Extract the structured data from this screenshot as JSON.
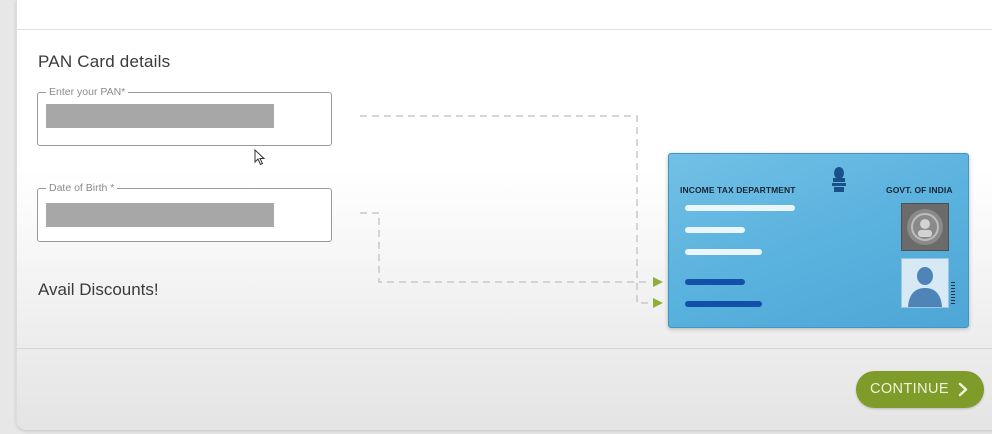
{
  "form": {
    "title": "PAN Card details",
    "pan_label": "Enter your PAN*",
    "dob_label": "Date of Birth *",
    "avail_text": "Avail Discounts!"
  },
  "card": {
    "department": "INCOME TAX DEPARTMENT",
    "government": "GOVT. OF INDIA"
  },
  "actions": {
    "continue_label": "CONTINUE"
  },
  "colors": {
    "accent": "#7f9c2b",
    "card_blue": "#5ab2de",
    "connector": "#8fae3a"
  },
  "icons": {
    "continue": "chevron-right-icon",
    "cursor": "mouse-pointer-icon",
    "emblem": "national-emblem-icon",
    "photo": "photo-placeholder-icon"
  }
}
